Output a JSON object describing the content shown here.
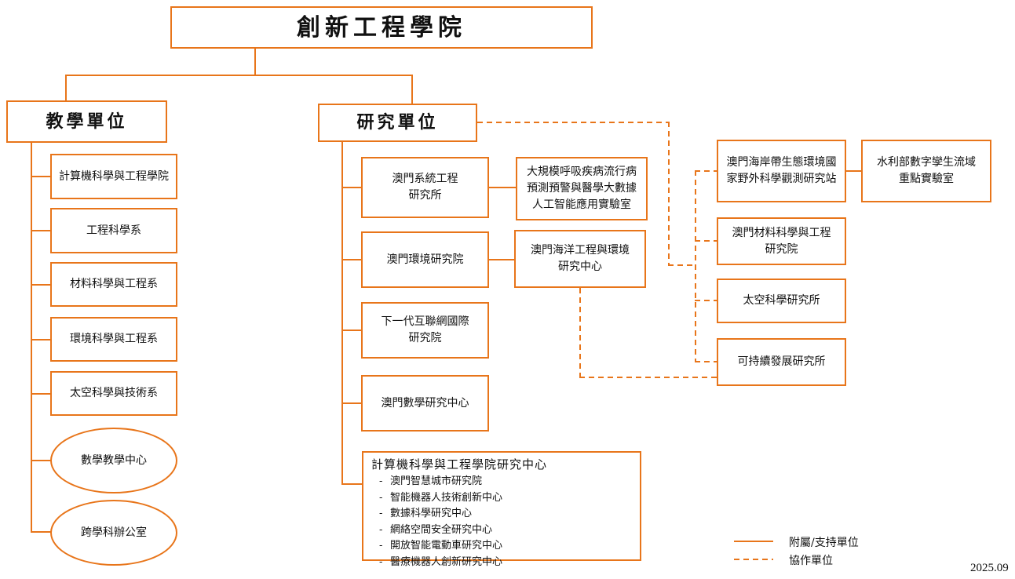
{
  "colors": {
    "accent": "#E8751A",
    "text": "#111111",
    "background": "#FFFFFF"
  },
  "root": {
    "title": "創新工程學院"
  },
  "groups": {
    "teaching": {
      "label": "教學單位"
    },
    "research": {
      "label": "研究單位"
    }
  },
  "teaching_units": [
    "計算機科學與工程學院",
    "工程科學系",
    "材料科學與工程系",
    "環境科學與工程系",
    "太空科學與技術系",
    "數學教學中心",
    "跨學科辦公室"
  ],
  "research_units": [
    "澳門系統工程\n研究所",
    "澳門環境研究院",
    "下一代互聯網國際\n研究院",
    "澳門數學研究中心"
  ],
  "affiliated_labs": [
    "大規模呼吸疾病流行病\n預測預警與醫學大數據\n人工智能應用實驗室",
    "澳門海洋工程與環境\n研究中心"
  ],
  "research_center": {
    "title": "計算機科學與工程學院研究中心",
    "bullet": "-",
    "items": [
      "澳門智慧城市研究院",
      "智能機器人技術創新中心",
      "數據科學研究中心",
      "網絡空間安全研究中心",
      "開放智能電動車研究中心",
      "醫療機器人創新研究中心"
    ]
  },
  "collaboration_units": [
    "澳門海岸帶生態環境國\n家野外科學觀測研究站",
    "水利部數字孿生流域\n重點實驗室",
    "澳門材料科學與工程\n研究院",
    "太空科學研究所",
    "可持續發展研究所"
  ],
  "legend": {
    "solid_label": "附屬/支持單位",
    "dashed_label": "協作單位"
  },
  "date": "2025.09"
}
